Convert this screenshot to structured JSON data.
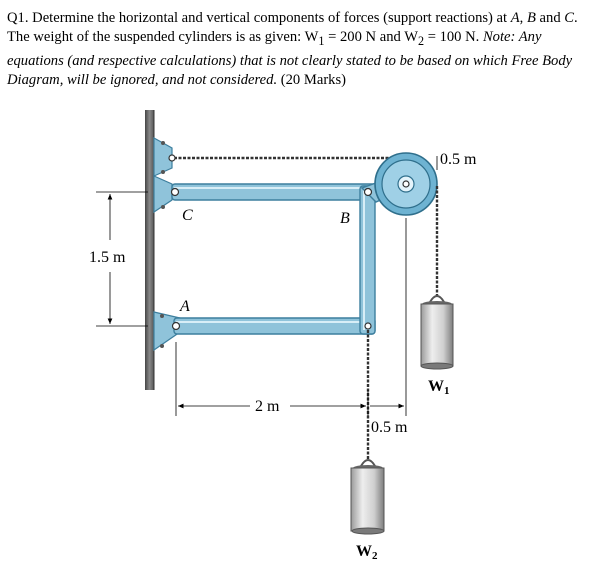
{
  "question": {
    "number": "Q1.",
    "part1": "Determine the horizontal and vertical components of forces (support reactions) at ",
    "point_a": "A",
    "sep1": ", ",
    "point_b": "B",
    "part2": " and ",
    "point_c": "C",
    "part3": ". The weight of the suspended cylinders is as given: W",
    "w1_sub": "1",
    "part4": " = 200 N and W",
    "w2_sub": "2",
    "part5": " = 100 N. ",
    "note": "Note: Any equations (and respective calculations) that is not clearly stated to be based on which Free Body Diagram, will be ignored, and not considered.",
    "marks": " (20 Marks)"
  },
  "diagram": {
    "label_c": "C",
    "label_b": "B",
    "label_a": "A",
    "dim_height": "1.5 m",
    "dim_width": "2 m",
    "dim_pulley": "0.5 m",
    "dim_offset": "0.5 m",
    "weight1_letter": "W",
    "weight1_sub": "1",
    "weight2_letter": "W",
    "weight2_sub": "2",
    "colors": {
      "member_fill": "#8fc3da",
      "member_edge": "#3d7f9e",
      "cylinder_mid": "#e4e4e4",
      "cylinder_dark": "#8a8a8a",
      "wall": "#666666"
    }
  }
}
